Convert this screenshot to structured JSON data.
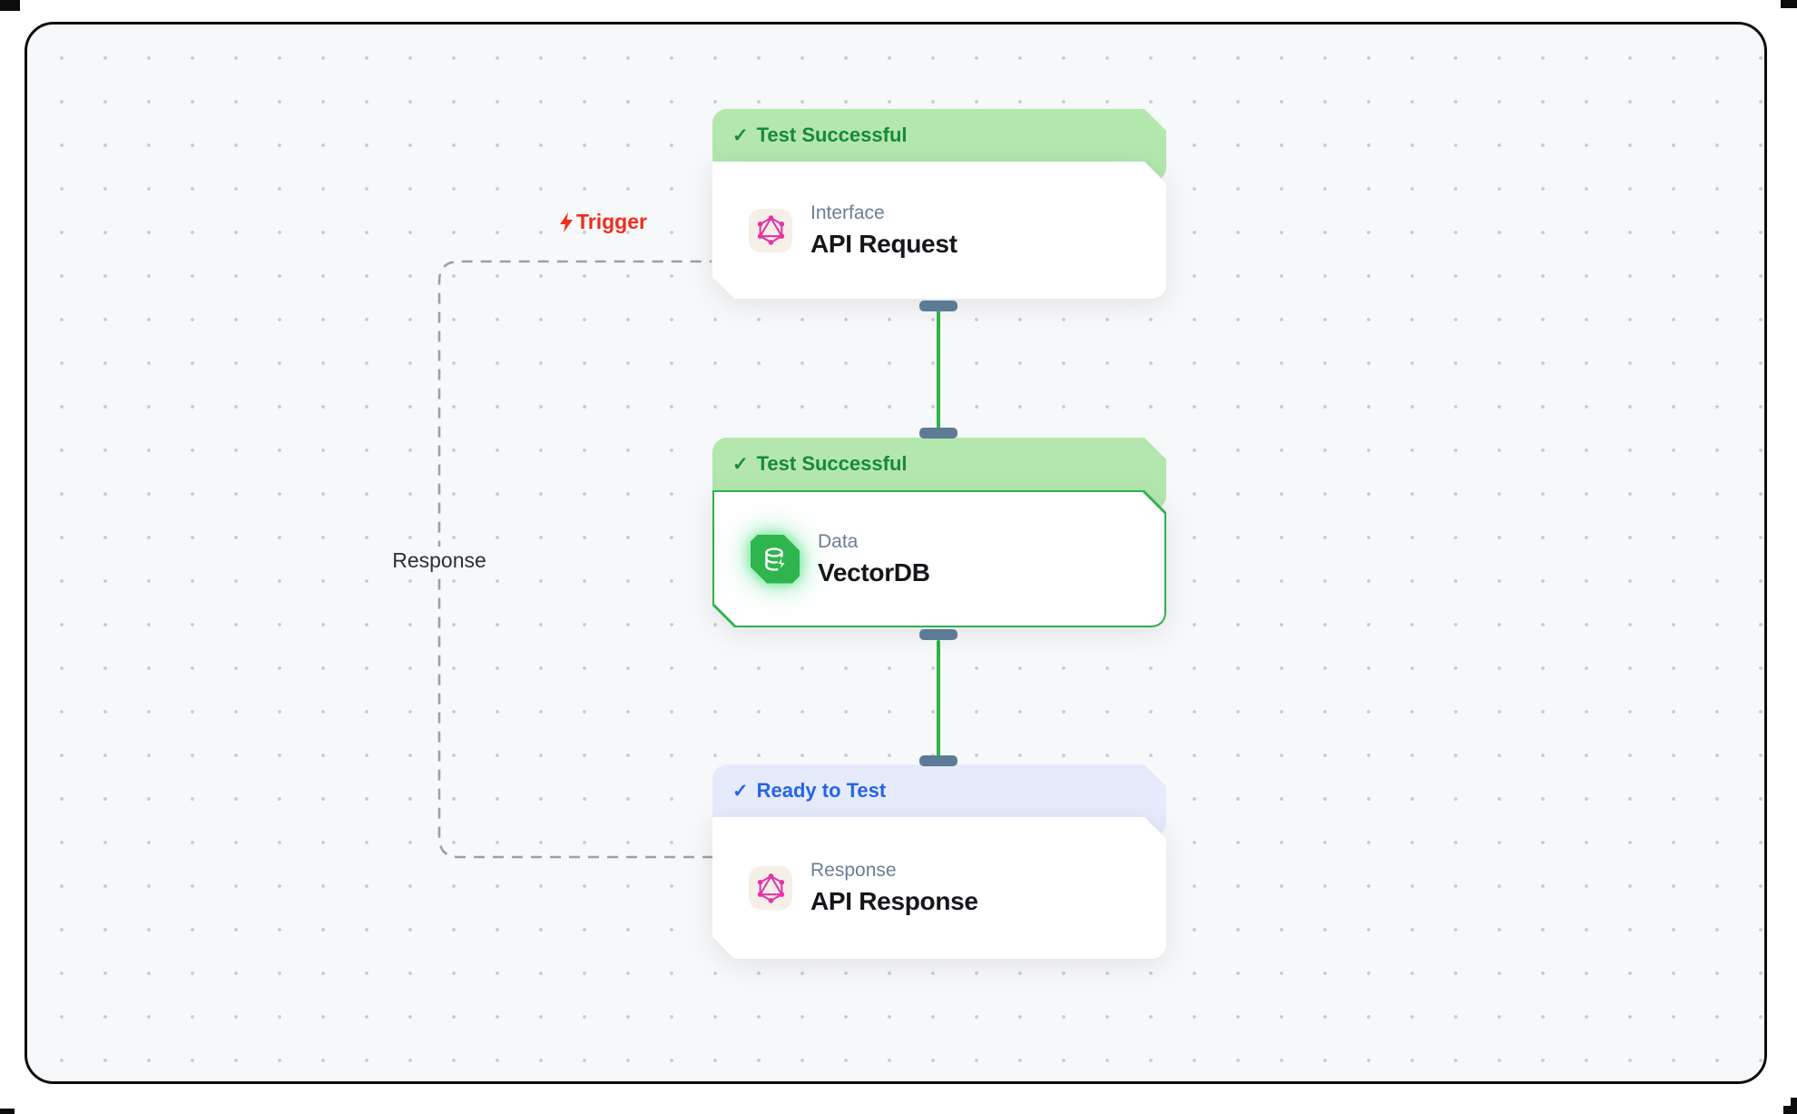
{
  "canvas": {
    "background": "#f7f8f9",
    "dot_color": "#c7ccd2",
    "frame_border_color": "#0c0c0c"
  },
  "edges": {
    "trigger_label": "Trigger",
    "response_label": "Response",
    "trigger_color": "#f02d1d",
    "connector_color": "#2ab545",
    "dashed_color": "#9aa1aa",
    "port_color": "#5e7b96"
  },
  "icons": {
    "check_glyph": "✓",
    "trigger_icon": "lightning-icon",
    "interface_icon": "graphql-icon",
    "data_icon": "database-icon",
    "response_icon": "graphql-icon"
  },
  "nodes": [
    {
      "status": "Test Successful",
      "state": "success",
      "category": "Interface",
      "title": "API Request"
    },
    {
      "status": "Test Successful",
      "state": "success",
      "category": "Data",
      "title": "VectorDB",
      "selected": true
    },
    {
      "status": "Ready to Test",
      "state": "ready",
      "category": "Response",
      "title": "API Response"
    }
  ],
  "colors": {
    "success_header_bg": "#b4e7ae",
    "success_text": "#17893a",
    "ready_header_bg": "#e6ebfc",
    "ready_text": "#2563eb",
    "selected_border": "#2bb24a",
    "category_text": "#6b7e96",
    "title_text": "#14161a",
    "graphql_pink": "#e433a5",
    "db_tile_green": "#2fb54d",
    "pink_tile_bg": "#f6efe8"
  }
}
